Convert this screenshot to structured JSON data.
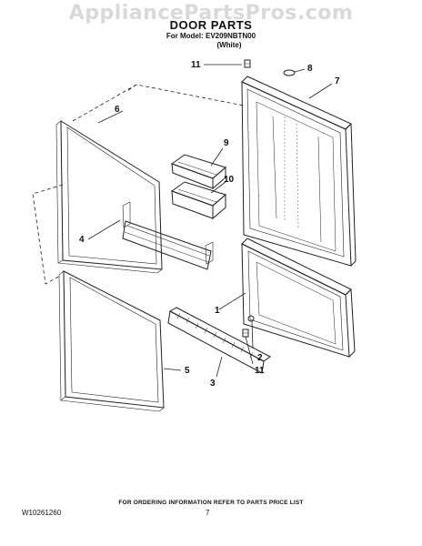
{
  "watermark": "AppliancePartsPros.com",
  "title": "DOOR PARTS",
  "model_line": "For Model: EV209NBTN00",
  "color_line": "(White)",
  "callouts": [
    {
      "id": "11",
      "label": "11"
    },
    {
      "id": "8",
      "label": "8"
    },
    {
      "id": "7",
      "label": "7"
    },
    {
      "id": "6",
      "label": "6"
    },
    {
      "id": "9",
      "label": "9"
    },
    {
      "id": "10",
      "label": "10"
    },
    {
      "id": "4",
      "label": "4"
    },
    {
      "id": "1",
      "label": "1"
    },
    {
      "id": "2",
      "label": "2"
    },
    {
      "id": "11b",
      "label": "11"
    },
    {
      "id": "5",
      "label": "5"
    },
    {
      "id": "3",
      "label": "3"
    }
  ],
  "footer_note": "FOR ORDERING INFORMATION REFER TO PARTS PRICE LIST",
  "doc_id": "W10261260",
  "page_number": "7"
}
